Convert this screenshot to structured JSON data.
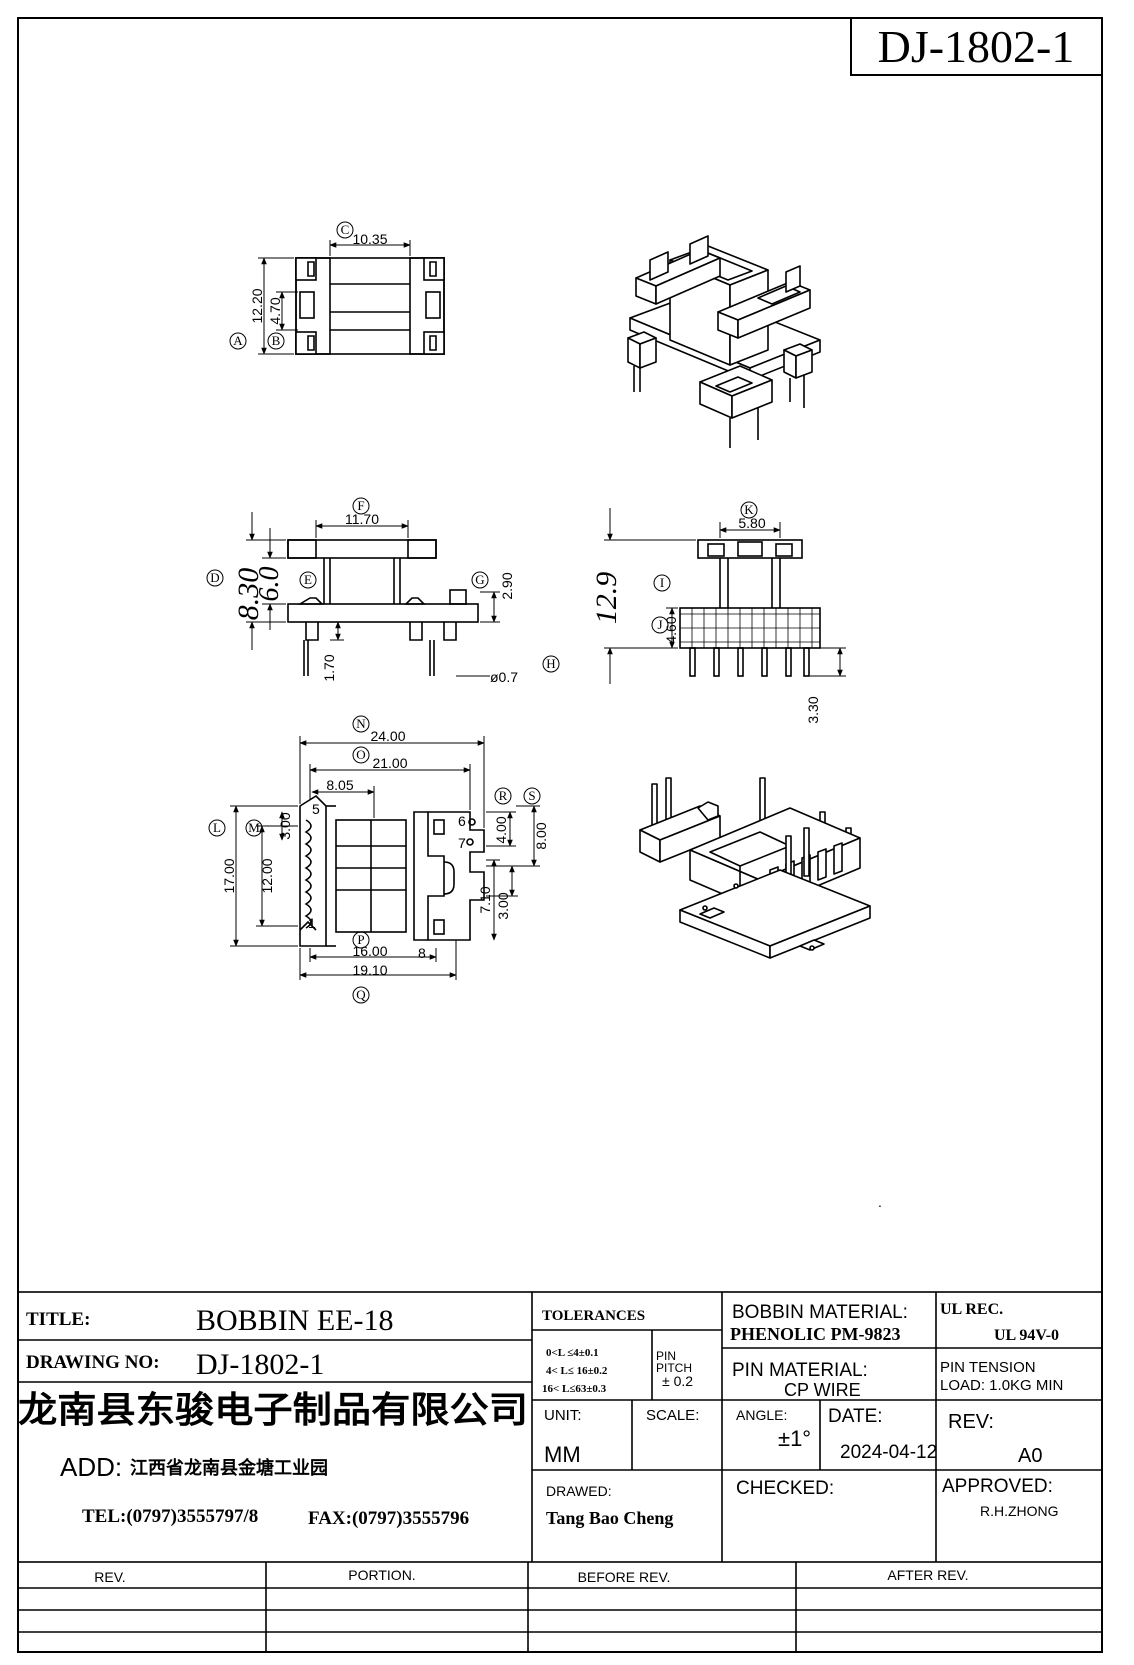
{
  "header": {
    "drawing_number": "DJ-1802-1"
  },
  "views": {
    "top": {
      "c": "C",
      "c_dim": "10.35",
      "a": "A",
      "a_dim": "12.20",
      "b": "B",
      "b_dim": "4.70"
    },
    "front": {
      "f": "F",
      "f_dim": "11.70",
      "d": "D",
      "d_dim": "8.30",
      "e": "E",
      "e_dim": "6.0",
      "g": "G",
      "g_dim": "2.90",
      "h": "H",
      "h_dim": "ø0.7",
      "pin_dim": "1.70"
    },
    "side": {
      "k": "K",
      "k_dim": "5.80",
      "i": "I",
      "i_dim": "12.9",
      "j": "J",
      "j_dim": "4.60",
      "pin_dim": "3.30"
    },
    "bottom": {
      "n": "N",
      "n_dim": "24.00",
      "o": "O",
      "o_dim": "21.00",
      "l": "L",
      "l_dim": "17.00",
      "m": "M",
      "m_dim": "12.00",
      "m2_dim": "8.05",
      "p": "P",
      "p_dim": "16.00",
      "q": "Q",
      "q_dim": "19.10",
      "r": "R",
      "r_dim": "4.00",
      "s": "S",
      "s_dim": "8.00",
      "t_dim": "7.10",
      "u_dim": "3.00",
      "v_dim": "3.00",
      "pins": [
        "1",
        "5",
        "6",
        "7",
        "8"
      ]
    }
  },
  "title_block": {
    "title_label": "TITLE:",
    "title_value": "BOBBIN EE-18",
    "drawing_no_label": "DRAWING NO:",
    "drawing_no_value": "DJ-1802-1",
    "company": "龙南县东骏电子制品有限公司",
    "address_label": "ADD:",
    "address": "江西省龙南县金塘工业园",
    "tel": "TEL:(0797)3555797/8",
    "fax": "FAX:(0797)3555796",
    "tolerances_label": "TOLERANCES",
    "tol_line1": "0<L ≤4±0.1",
    "tol_line2": "4< L≤  16±0.2",
    "tol_line3": "16< L≤63±0.3",
    "pin_pitch_label1": "PIN",
    "pin_pitch_label2": "PITCH",
    "pin_pitch_value": "± 0.2",
    "bobbin_material_label": "BOBBIN MATERIAL:",
    "bobbin_material_value": "PHENOLIC  PM-9823",
    "ul_label": "UL REC.",
    "ul_value": "UL  94V-0",
    "pin_material_label": "PIN MATERIAL:",
    "pin_material_value": "CP  WIRE",
    "pin_tension_label": "PIN  TENSION",
    "pin_tension_value": "LOAD:  1.0KG MIN",
    "unit_label": "UNIT:",
    "unit_value": "MM",
    "scale_label": "SCALE:",
    "angle_label": "ANGLE:",
    "angle_value": "±1°",
    "date_label": "DATE:",
    "date_value": "2024-04-12",
    "rev_label": "REV:",
    "rev_value": "A0",
    "drawed_label": "DRAWED:",
    "drawed_value": "Tang Bao Cheng",
    "checked_label": "CHECKED:",
    "approved_label": "APPROVED:",
    "approved_value": "R.H.ZHONG"
  },
  "revision_table": {
    "headers": [
      "REV.",
      "PORTION.",
      "BEFORE REV.",
      "AFTER REV."
    ]
  }
}
